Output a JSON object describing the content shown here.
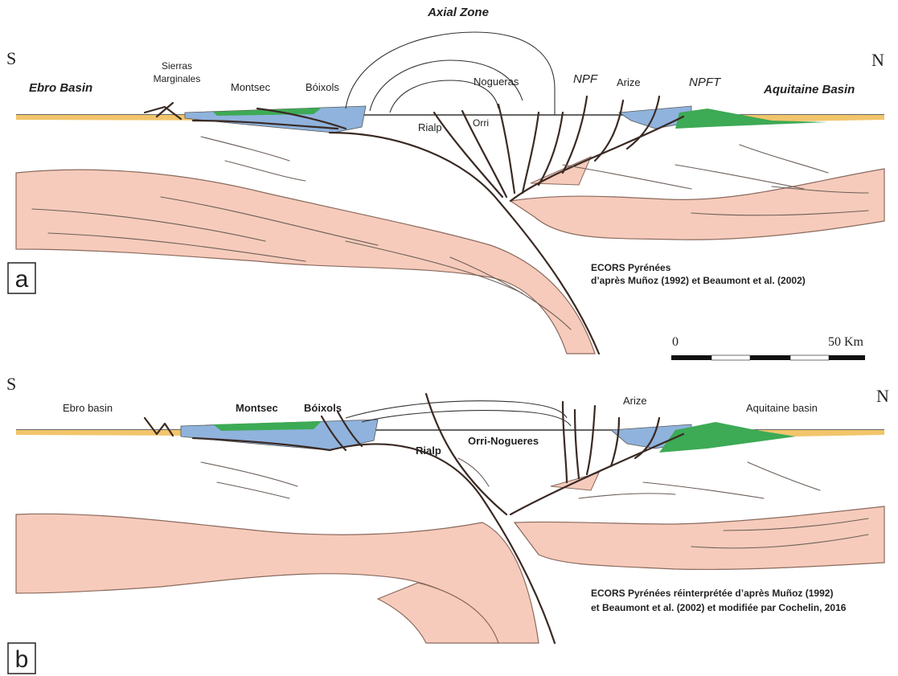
{
  "colors": {
    "crust_pink": "#f6cbbb",
    "crust_line": "#8a6a5e",
    "sediment_yellow": "#f2c56b",
    "sediment_blue": "#8fb3dd",
    "sediment_green": "#3daa55",
    "fault": "#3a2a24"
  },
  "panel_a": {
    "label": "a",
    "title_axial": "Axial Zone",
    "south": "S",
    "north": "N",
    "ebro": "Ebro Basin",
    "aquitaine": "Aquitaine Basin",
    "sierras_line1": "Sierras",
    "sierras_line2": "Marginales",
    "montsec": "Montsec",
    "boixols": "Bóixols",
    "nogueras": "Nogueras",
    "npf": "NPF",
    "arize": "Arize",
    "npft": "NPFT",
    "rialp": "Rialp",
    "orri": "Orri",
    "caption_line1": "ECORS Pyrénées",
    "caption_line2": "d’après Muñoz (1992) et Beaumont et al. (2002)"
  },
  "scale_bar": {
    "start": "0",
    "end": "50 Km"
  },
  "panel_b": {
    "label": "b",
    "south": "S",
    "north": "N",
    "ebro": "Ebro basin",
    "montsec": "Montsec",
    "boixols": "Bóixols",
    "arize": "Arize",
    "aquitaine": "Aquitaine basin",
    "rialp": "Rialp",
    "orri_nogueres": "Orri-Nogueres",
    "caption_line1": "ECORS Pyrénées réinterprétée d’après Muñoz (1992)",
    "caption_line2": "et Beaumont et al. (2002) et modifiée par Cochelin, 2016"
  }
}
